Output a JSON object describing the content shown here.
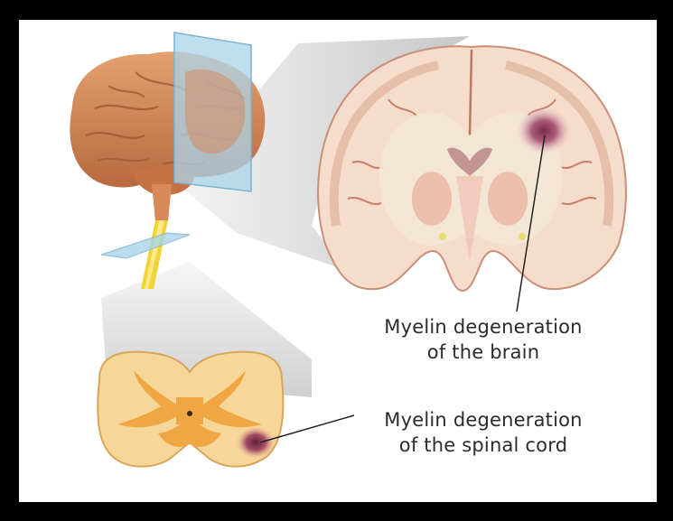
{
  "labels": {
    "brain": {
      "line1": "Myelin degeneration",
      "line2": "of the brain"
    },
    "spinal_cord": {
      "line1": "Myelin degeneration",
      "line2": "of the spinal cord"
    }
  },
  "colors": {
    "background_frame": "#000000",
    "panel": "#ffffff",
    "brain_exterior": "#d98a5a",
    "brain_section": "#f6dccb",
    "white_matter": "#f3e7d6",
    "lesion": "#8e3a5c",
    "spinal_white": "#f7d69a",
    "spinal_grey": "#f0a642",
    "nerve_yellow": "#f2d336",
    "section_plane": "#a9d4ea",
    "projection_shade": "#cfcfcf",
    "text": "#2b2b2b"
  }
}
